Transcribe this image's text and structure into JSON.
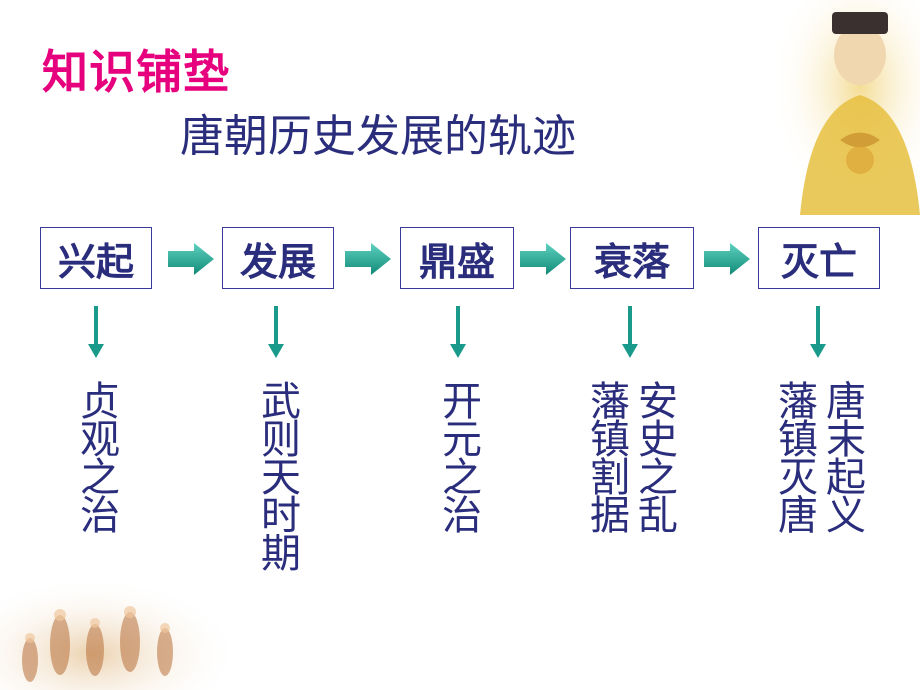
{
  "title": "知识铺垫",
  "subtitle": "唐朝历史发展的轨迹",
  "stages": [
    "兴起",
    "发展",
    "鼎盛",
    "衰落",
    "灭亡"
  ],
  "events": {
    "e1": "贞观之治",
    "e2": "武则天时期",
    "e3": "开元之治",
    "e4a": "安史之乱",
    "e4b": "藩镇割据",
    "e5a": "唐末起义",
    "e5b": "藩镇灭唐"
  },
  "colors": {
    "title": "#e6007e",
    "text": "#2a2d7c",
    "arrow": "#1a9a8a"
  },
  "icons": [
    "emperor-portrait-icon",
    "crowd-scene-icon",
    "right-arrow-icon",
    "down-arrow-icon"
  ]
}
